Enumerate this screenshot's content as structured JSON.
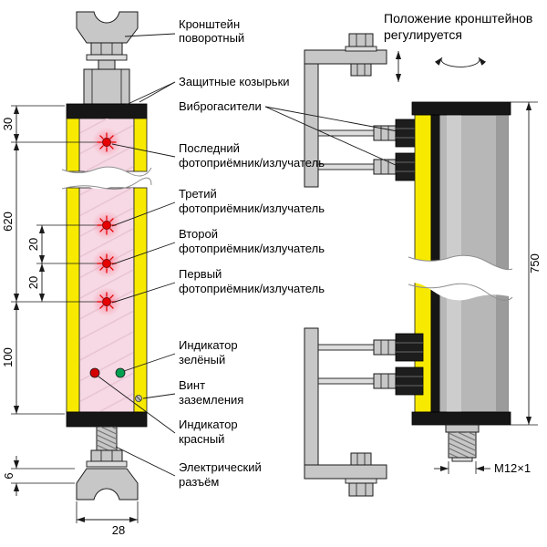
{
  "note": {
    "line1": "Положение кронштейнов",
    "line2": "регулируется"
  },
  "labels": {
    "bracket_l1": "Кронштейн",
    "bracket_l2": "поворотный",
    "visors": "Защитные козырьки",
    "dampers": "Виброгасители",
    "last_l1": "Последний",
    "last_l2": "фотоприёмник/излучатель",
    "third_l1": "Третий",
    "third_l2": "фотоприёмник/излучатель",
    "second_l1": "Второй",
    "second_l2": "фотоприёмник/излучатель",
    "first_l1": "Первый",
    "first_l2": "фотоприёмник/излучатель",
    "green_l1": "Индикатор",
    "green_l2": "зелёный",
    "ground_l1": "Винт",
    "ground_l2": "заземления",
    "red_l1": "Индикатор",
    "red_l2": "красный",
    "conn_l1": "Электрический",
    "conn_l2": "разъём"
  },
  "dimensions": {
    "top_offset": "30",
    "zone_length": "620",
    "pitch_1": "20",
    "pitch_2": "20",
    "bottom_offset": "100",
    "plate_thickness": "6",
    "bracket_width": "28",
    "body_length": "750",
    "thread": "М12×1"
  },
  "colors": {
    "yellow": "#f7ea00",
    "window_pink": "#f6d9e4",
    "beam_red": "#e60000",
    "indicator_red": "#d40000",
    "indicator_green": "#00a050"
  }
}
